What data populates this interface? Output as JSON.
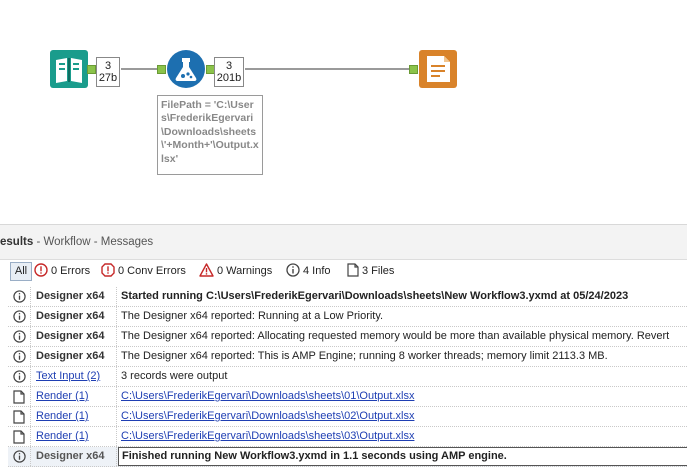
{
  "canvas": {
    "conn1": {
      "count": "3",
      "size": "27b"
    },
    "conn2": {
      "count": "3",
      "size": "201b"
    },
    "annotation": "FilePath = 'C:\\Users\\FrederikEgervari\\Downloads\\sheets\\'+Month+'\\Output.xlsx'"
  },
  "results": {
    "title_prefix": "esults",
    "title_rest": " - Workflow - Messages",
    "filters": {
      "all": "All",
      "errors": "0 Errors",
      "conv_errors": "0 Conv Errors",
      "warnings": "0 Warnings",
      "info": "4 Info",
      "files": "3 Files"
    },
    "rows": [
      {
        "icon": "info-icon",
        "tool": "Designer x64",
        "msg": "Started running C:\\Users\\FrederikEgervari\\Downloads\\sheets\\New Workflow3.yxmd at 05/24/2023"
      },
      {
        "icon": "info-icon",
        "tool": "Designer x64",
        "msg": "The Designer x64 reported: Running at a Low Priority."
      },
      {
        "icon": "info-icon",
        "tool": "Designer x64",
        "msg": "The Designer x64 reported: Allocating requested memory would be more than available physical memory. Revert"
      },
      {
        "icon": "info-icon",
        "tool": "Designer x64",
        "msg": "The Designer x64 reported: This is AMP Engine; running 8 worker threads; memory limit 2113.3 MB."
      },
      {
        "icon": "info-icon",
        "tool": "Text Input (2)",
        "msg": "3 records were output"
      },
      {
        "icon": "file-icon",
        "tool": "Render (1)",
        "msg": "C:\\Users\\FrederikEgervari\\Downloads\\sheets\\01\\Output.xlsx"
      },
      {
        "icon": "file-icon",
        "tool": "Render (1)",
        "msg": "C:\\Users\\FrederikEgervari\\Downloads\\sheets\\02\\Output.xlsx"
      },
      {
        "icon": "file-icon",
        "tool": "Render (1)",
        "msg": "C:\\Users\\FrederikEgervari\\Downloads\\sheets\\03\\Output.xlsx"
      },
      {
        "icon": "info-icon",
        "tool": "Designer x64",
        "msg": "Finished running New Workflow3.yxmd in 1.1 seconds using AMP engine."
      }
    ]
  }
}
